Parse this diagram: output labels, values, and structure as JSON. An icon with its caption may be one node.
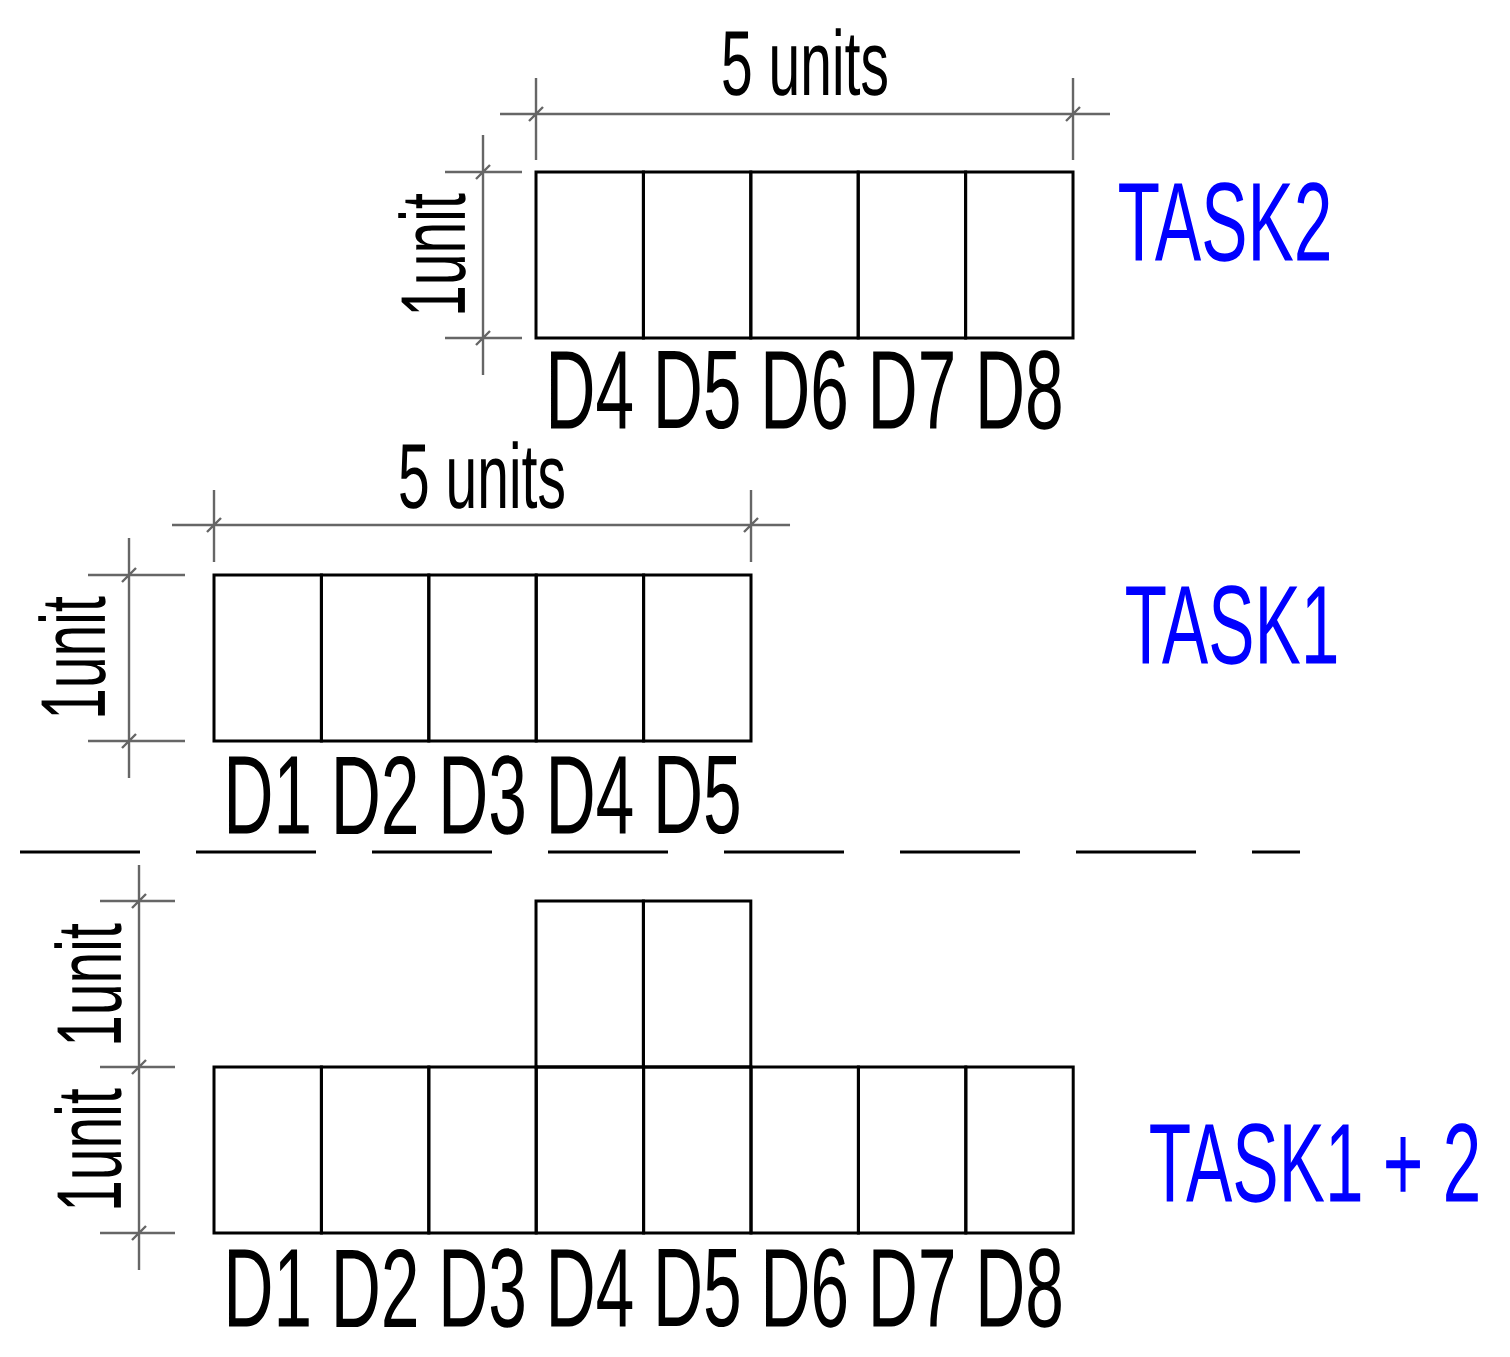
{
  "diagram": {
    "nodes": [
      {
        "text": [],
        "shape": "box",
        "beside": [
          "D4"
        ]
      },
      {
        "text": [],
        "shape": "box",
        "beside": [
          "D5"
        ]
      },
      {
        "text": [],
        "shape": "box",
        "beside": [
          "D6"
        ]
      },
      {
        "text": [],
        "shape": "box",
        "beside": [
          "D7"
        ]
      },
      {
        "text": [],
        "shape": "box",
        "beside": [
          "D8"
        ]
      },
      {
        "text": [],
        "shape": "box",
        "beside": [
          "D1"
        ]
      },
      {
        "text": [],
        "shape": "box",
        "beside": [
          "D2"
        ]
      },
      {
        "text": [],
        "shape": "box",
        "beside": [
          "D3"
        ]
      },
      {
        "text": [],
        "shape": "box",
        "beside": [
          "D4"
        ]
      },
      {
        "text": [],
        "shape": "box",
        "beside": [
          "D5"
        ]
      },
      {
        "text": [],
        "shape": "box"
      },
      {
        "text": [],
        "shape": "box"
      },
      {
        "text": [],
        "shape": "box",
        "beside": [
          "D1"
        ]
      },
      {
        "text": [],
        "shape": "box",
        "beside": [
          "D2"
        ]
      },
      {
        "text": [],
        "shape": "box",
        "beside": [
          "D3"
        ]
      },
      {
        "text": [],
        "shape": "box",
        "beside": [
          "D4"
        ]
      },
      {
        "text": [],
        "shape": "box",
        "beside": [
          "D5"
        ]
      },
      {
        "text": [],
        "shape": "box",
        "beside": [
          "D6"
        ]
      },
      {
        "text": [],
        "shape": "box",
        "beside": [
          "D7"
        ]
      },
      {
        "text": [],
        "shape": "box",
        "beside": [
          "D8"
        ]
      }
    ],
    "labels": [
      "5 units",
      "1unit",
      "TASK2",
      "5 units",
      "1unit",
      "TASK1",
      "1unit",
      "1unit",
      "TASK1 + 2"
    ]
  }
}
